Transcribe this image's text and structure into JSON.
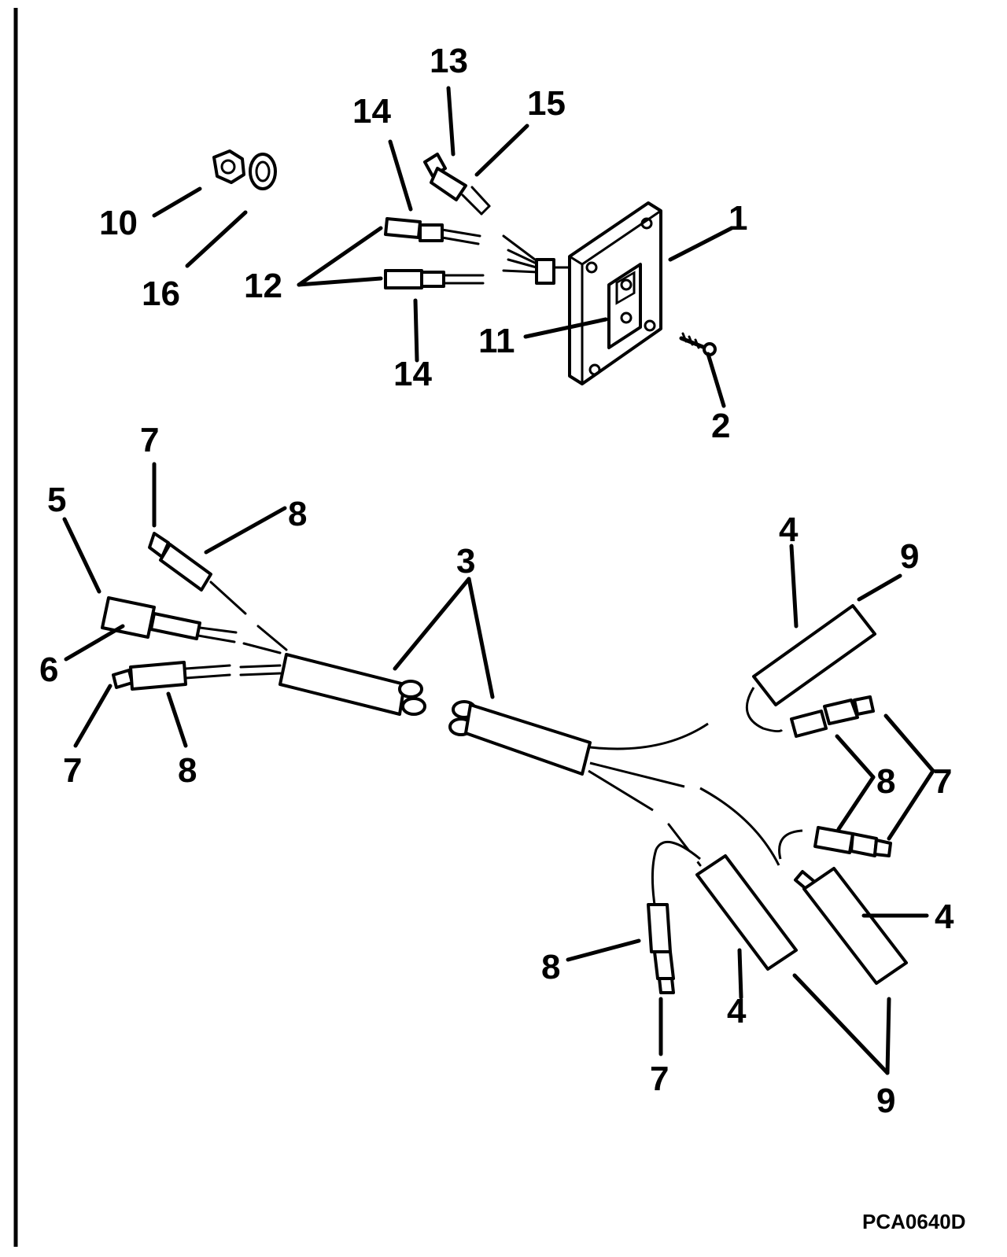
{
  "callouts": {
    "c1": "1",
    "c2": "2",
    "c3": "3",
    "c4a": "4",
    "c4b": "4",
    "c4c": "4",
    "c5": "5",
    "c6": "6",
    "c7a": "7",
    "c7b": "7",
    "c7c": "7",
    "c7d": "7",
    "c8a": "8",
    "c8b": "8",
    "c8c": "8",
    "c8d": "8",
    "c9a": "9",
    "c9b": "9",
    "c10": "10",
    "c11": "11",
    "c12": "12",
    "c13": "13",
    "c14a": "14",
    "c14b": "14",
    "c15": "15",
    "c16": "16"
  },
  "drawing_code": "PCA0640D",
  "colors": {
    "ink": "#000000",
    "paper": "#ffffff"
  }
}
